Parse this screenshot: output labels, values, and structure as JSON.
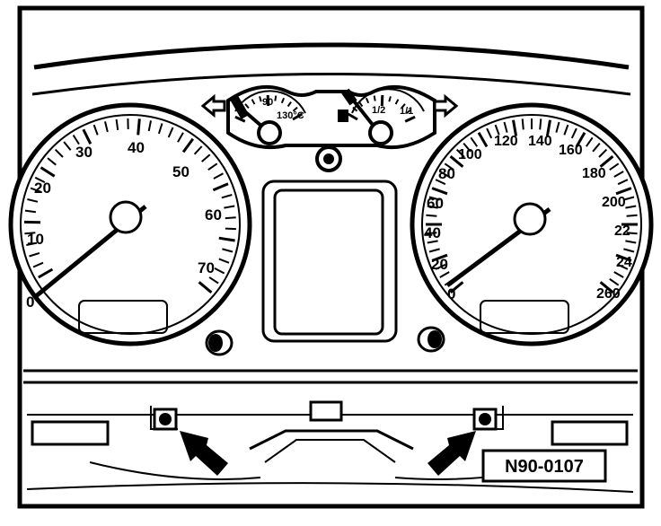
{
  "diagram": {
    "reference_code": "N90-0107",
    "left_gauge": {
      "icon": "tachometer-icon",
      "tick_labels": [
        "0",
        "10",
        "20",
        "30",
        "40",
        "50",
        "60",
        "70"
      ]
    },
    "right_gauge": {
      "icon": "speedometer-icon",
      "tick_labels": [
        "0",
        "20",
        "40",
        "60",
        "80",
        "100",
        "120",
        "140",
        "160",
        "180",
        "200",
        "22",
        "24",
        "260"
      ]
    },
    "temp_gauge": {
      "icon": "coolant-temperature-icon",
      "tick_labels": [
        "90",
        "130°C"
      ]
    },
    "fuel_gauge": {
      "icon": "fuel-pump-icon",
      "tick_labels": [
        "1/2",
        "1/1"
      ]
    },
    "icons": [
      "left-turn-signal-icon",
      "right-turn-signal-icon",
      "warning-lamp-icon",
      "left-reset-knob-icon",
      "right-reset-knob-icon",
      "screw-icon",
      "arrow-icon"
    ]
  }
}
